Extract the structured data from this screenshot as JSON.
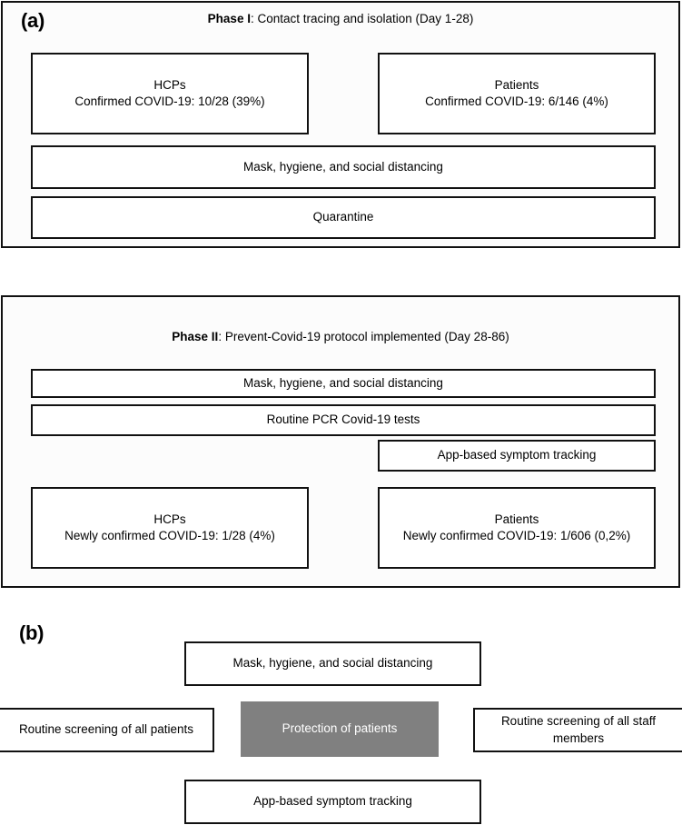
{
  "figure": {
    "panel_a": {
      "letter": "(a)",
      "phase1": {
        "title_bold": "Phase I",
        "title_rest": ": Contact tracing and isolation (Day 1-28)",
        "boxes": [
          {
            "name": "hcps",
            "line1": "HCPs",
            "line2": "Confirmed COVID-19: 10/28 (39%)"
          },
          {
            "name": "patients",
            "line1": "Patients",
            "line2": "Confirmed COVID-19: 6/146 (4%)"
          },
          {
            "name": "mask",
            "line1": "Mask, hygiene, and social distancing"
          },
          {
            "name": "quarantine",
            "line1": "Quarantine"
          }
        ]
      },
      "phase2": {
        "title_bold": "Phase II",
        "title_rest": ": Prevent-Covid-19 protocol implemented (Day 28-86)",
        "boxes": [
          {
            "name": "mask",
            "line1": "Mask, hygiene, and social distancing"
          },
          {
            "name": "pcr",
            "line1": "Routine PCR Covid-19 tests"
          },
          {
            "name": "app",
            "line1": "App-based symptom tracking"
          },
          {
            "name": "hcps",
            "line1": "HCPs",
            "line2": "Newly confirmed COVID-19: 1/28 (4%)"
          },
          {
            "name": "patients",
            "line1": "Patients",
            "line2": "Newly confirmed COVID-19: 1/606 (0,2%)"
          }
        ]
      }
    },
    "panel_b": {
      "letter": "(b)",
      "center_label": "Protection of patients",
      "center_color": "#808080",
      "top_label": "Mask, hygiene, and social distancing",
      "left_label": "Routine screening of all patients",
      "right_label": "Routine screening of all staff members",
      "bottom_label": "App-based symptom tracking"
    }
  }
}
